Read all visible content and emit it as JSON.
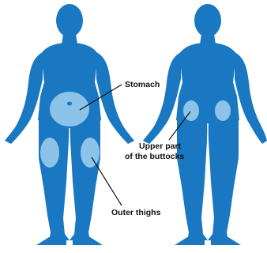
{
  "colors": {
    "body": "#1a78c2",
    "zone": "#8ec3e9",
    "background": "#ffffff",
    "leader_line": "#111111",
    "label_text": "#111111"
  },
  "labels": {
    "stomach": "Stomach",
    "buttocks_line1": "Upper part",
    "buttocks_line2": "of the buttocks",
    "thighs": "Outer thighs"
  }
}
